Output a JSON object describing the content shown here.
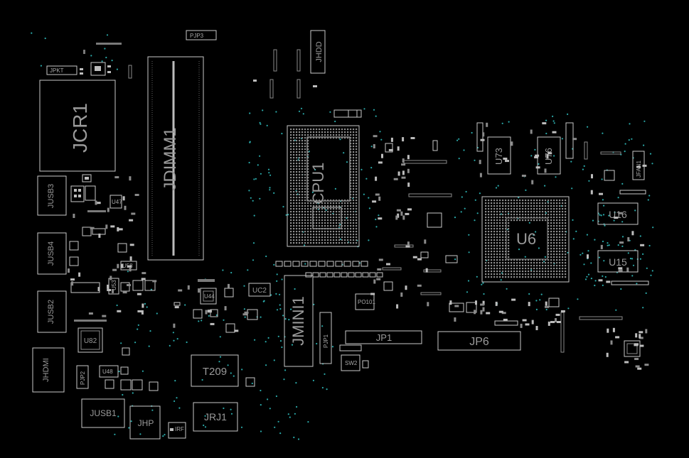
{
  "labels": {
    "jcr1": "JCR1",
    "jdimm1": "JDIMM1",
    "cpu1": "CPU1",
    "u6": "U6",
    "u73": "U73",
    "u76": "U76",
    "u16": "U16",
    "u15": "U15",
    "jusb3": "JUSB3",
    "jusb4": "JUSB4",
    "jusb2": "JUSB2",
    "jusb1": "JUSB1",
    "jhdmi": "JHDMI",
    "jhdd": "JHDD",
    "jmini1": "JMINI1",
    "jp1": "JP1",
    "jp6": "JP6",
    "t209": "T209",
    "jrj1": "JRJ1",
    "jhp": "JHP",
    "u82": "U82",
    "uc2": "UC2",
    "pjp3": "PJP3",
    "jpkt": "JPKT",
    "pjp1": "PJP1",
    "pjp2": "PJP2",
    "u48": "U48",
    "jfan1": "JFAN1",
    "sw2": "SW2",
    "po101": "PO101",
    "irf": "IRF",
    "u44": "U44",
    "u58": "U58",
    "u53": "U53",
    "u47": "U47"
  },
  "colors": {
    "background": "#000000",
    "outline": "#c8c8c8",
    "label": "#9a9a9a",
    "via": "#2aa8a8"
  }
}
